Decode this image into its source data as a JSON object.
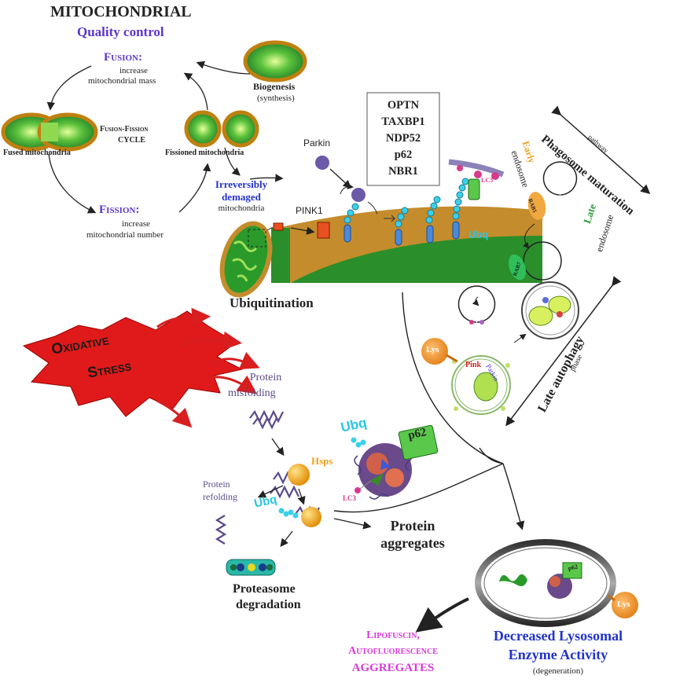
{
  "colors": {
    "purple": "#5b35c8",
    "blue": "#2233cc",
    "magenta": "#d63ad6",
    "cyan": "#27c6e6",
    "green": "#2c9a3a",
    "orange": "#f0a020",
    "red": "#d81e1e",
    "brown": "#b8761c"
  },
  "texts": {
    "title_1": "MITOCHONDRIAL",
    "title_2": "Quality control",
    "fusion": "Fusion:",
    "fusion_desc_1": "increase",
    "fusion_desc_2": "mitochondrial mass",
    "biogenesis_1": "Biogenesis",
    "biogenesis_2": "(synthesis)",
    "cycle_1": "Fusion-Fission",
    "cycle_2": "CYCLE",
    "fused": "Fused mitochondria",
    "fissioned": "Fissioned mitochondria",
    "fission": "Fission:",
    "fission_desc_1": "increase",
    "fission_desc_2": "mitochondrial number",
    "damaged_1": "Irreversibly",
    "damaged_2": "demaged",
    "damaged_3": "mitochondria",
    "pink1": "PINK1",
    "parkin": "Parkin",
    "receptors": [
      "OPTN",
      "TAXBP1",
      "NDP52",
      "p62",
      "NBR1"
    ],
    "lc3_top": "LC3",
    "ubq_top": "Ubq",
    "ubiquitination": "Ubiquitination",
    "phago_1": "Phagosome maturation",
    "phago_2": "pathway",
    "early": "Early",
    "endosome_1": "endosome",
    "rab5": "RAB5",
    "late": "Late",
    "endosome_2": "endosome",
    "rab7": "RAB7",
    "lys_1": "Lys",
    "pink": "Pink",
    "parkin_small": "Parkin",
    "late_auto_1": "Late autophagy",
    "late_auto_2": "phase",
    "oxidative_1": "Oxidative",
    "oxidative_2": "Stress",
    "misfolding_1": "Protein",
    "misfolding_2": "misfolding",
    "hsps": "Hsps",
    "refolding_1": "Protein",
    "refolding_2": "refolding",
    "ubq_mid": "Ubq",
    "ubq_agg": "Ubq",
    "p62_agg": "p62",
    "lc3_agg": "LC3",
    "aggregates_1": "Protein",
    "aggregates_2": "aggregates",
    "proteasome_1": "Proteasome",
    "proteasome_2": "degradation",
    "lipo_1": "Lipofuscin,",
    "lipo_2": "Autofluorescence",
    "lipo_3": "AGGREGATES",
    "decreased_1": "Decreased Lysosomal",
    "decreased_2": "Enzyme Activity",
    "decreased_3": "(degeneration)",
    "p62_lyso": "p62",
    "lys_2": "Lys"
  }
}
